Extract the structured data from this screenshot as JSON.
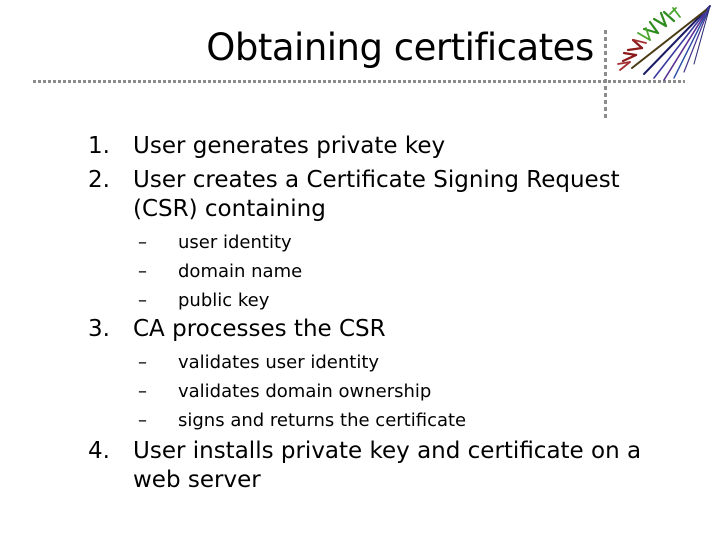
{
  "slide": {
    "title": "Obtaining certificates",
    "colors": {
      "background": "#ffffff",
      "text": "#000000",
      "divider_gray": "#8c8c8c"
    },
    "decoration": "fractal-fern-image"
  },
  "list": {
    "sub_marker": "–",
    "items": [
      {
        "number": "1.",
        "lines": [
          "User generates private key"
        ],
        "subs": []
      },
      {
        "number": "2.",
        "lines": [
          "User creates a Certificate Signing Request",
          "(CSR) containing"
        ],
        "subs": [
          "user identity",
          "domain name",
          "public key"
        ]
      },
      {
        "number": "3.",
        "lines": [
          "CA processes the CSR"
        ],
        "subs": [
          "validates user identity",
          "validates domain ownership",
          "signs and returns the certificate"
        ]
      },
      {
        "number": "4.",
        "lines": [
          "User installs private key and certificate on a",
          "web server"
        ],
        "subs": []
      }
    ]
  }
}
